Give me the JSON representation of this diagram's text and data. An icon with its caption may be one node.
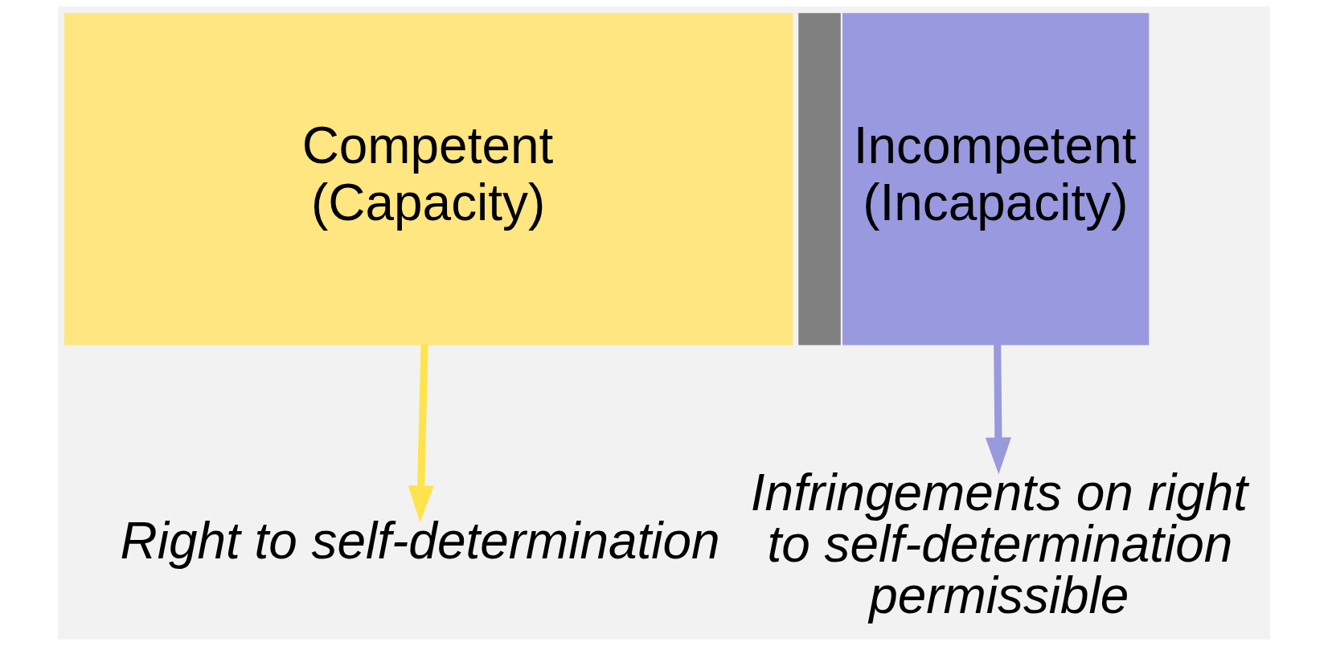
{
  "diagram": {
    "nodes": [
      {
        "text": [
          "Competent (Capacity)"
        ]
      },
      {
        "text": [],
        "shape": "bar"
      },
      {
        "text": [
          "Incompetent (Incapacity)"
        ]
      },
      {
        "text": [
          "Right to self-determination"
        ]
      },
      {
        "text": [
          "Infringements on right to self-determination permissible"
        ]
      }
    ],
    "edges": [
      {
        "from": 0,
        "to": 3,
        "arrow": "to",
        "color": "#ffe34d"
      },
      {
        "from": 2,
        "to": 4,
        "arrow": "to",
        "color": "#9999dd"
      }
    ]
  }
}
